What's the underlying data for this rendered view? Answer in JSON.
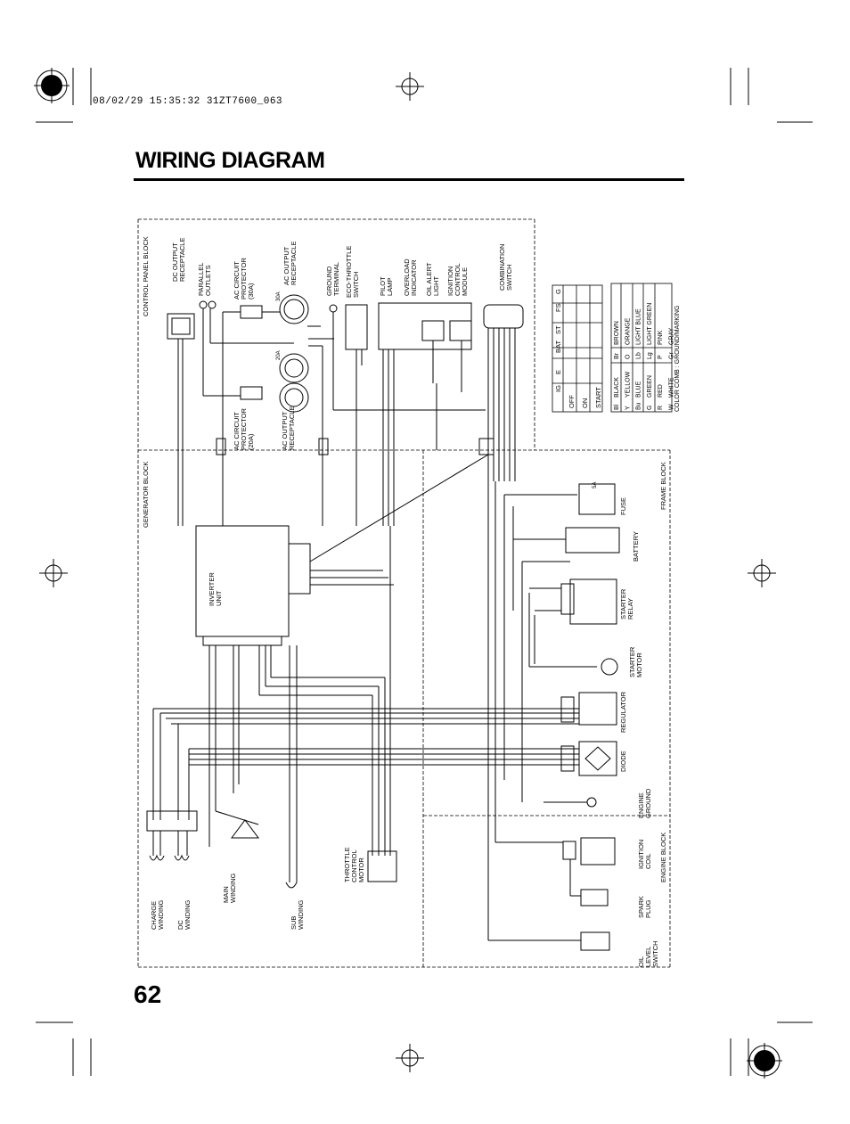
{
  "header": {
    "print_code": "08/02/29 15:35:32 31ZT7600_063"
  },
  "page": {
    "title": "WIRING DIAGRAM",
    "page_number": "62"
  },
  "diagram": {
    "blocks": {
      "control_panel": "CONTROL PANEL BLOCK",
      "generator": "GENERATOR BLOCK",
      "frame": "FRAME BLOCK",
      "engine": "ENGINE BLOCK"
    },
    "components": {
      "dc_output": [
        "DC OUTPUT",
        "RECEPTACLE"
      ],
      "parallel": [
        "PARALLEL",
        "OUTLETS"
      ],
      "ac_cp30": [
        "AC CIRCUIT",
        "PROTECTOR",
        "(30A)"
      ],
      "ac_out30": [
        "AC OUTPUT",
        "RECEPTACLE"
      ],
      "ground_terminal": [
        "GROUND",
        "TERMINAL"
      ],
      "eco_switch": [
        "ECO-THROTTLE",
        "SWITCH"
      ],
      "pilot_lamp": [
        "PILOT",
        "LAMP"
      ],
      "overload": [
        "OVERLOAD",
        "INDICATOR"
      ],
      "oil_alert": [
        "OIL ALERT",
        "LIGHT"
      ],
      "ignition_module": [
        "IGNITION",
        "CONTROL",
        "MODULE"
      ],
      "combination_switch": [
        "COMBINATION",
        "SWITCH"
      ],
      "ac_cp20": [
        "AC CIRCUIT",
        "PROTECTOR",
        "(20A)"
      ],
      "ac_out20": [
        "AC OUTPUT",
        "RECEPTACLE"
      ],
      "inverter": [
        "INVERTER",
        "UNIT"
      ],
      "fuse": [
        "FUSE"
      ],
      "battery": [
        "BATTERY"
      ],
      "starter_relay": [
        "STARTER",
        "RELAY"
      ],
      "starter_motor": [
        "STARTER",
        "MOTOR"
      ],
      "regulator": [
        "REGULATOR"
      ],
      "diode": [
        "DIODE"
      ],
      "engine_ground": [
        "ENGINE",
        "GROUND"
      ],
      "ignition_coil": [
        "IGNITION",
        "COIL"
      ],
      "spark_plug": [
        "SPARK",
        "PLUG"
      ],
      "oil_level_switch": [
        "OIL",
        "LEVEL",
        "SWITCH"
      ],
      "throttle_motor": [
        "THROTTLE",
        "CONTROL",
        "MOTOR"
      ],
      "charge_winding": [
        "CHARGE",
        "WINDING"
      ],
      "dc_winding": [
        "DC",
        "WINDING"
      ],
      "main_winding": [
        "MAIN",
        "WINDING"
      ],
      "sub_winding": [
        "SUB",
        "WINDING"
      ]
    },
    "switch_table": {
      "columns": [
        "",
        "IG",
        "E",
        "BAT",
        "ST",
        "FS",
        "G"
      ],
      "rows": [
        "OFF",
        "ON",
        "START"
      ]
    },
    "color_legend": {
      "left": [
        [
          "Bl",
          "BLACK"
        ],
        [
          "Y",
          "YELLOW"
        ],
        [
          "Bu",
          "BLUE"
        ],
        [
          "G",
          "GREEN"
        ],
        [
          "R",
          "RED"
        ],
        [
          "W",
          "WHITE"
        ]
      ],
      "right": [
        [
          "Br",
          "BROWN"
        ],
        [
          "O",
          "ORANGE"
        ],
        [
          "Lb",
          "LIGHT BLUE"
        ],
        [
          "Lg",
          "LIGHT GREEN"
        ],
        [
          "P",
          "PINK"
        ],
        [
          "Gr",
          "GRAY"
        ]
      ],
      "note": "COLOR COMB : GROUND/MARKING"
    },
    "ratings": {
      "fuse": "5A",
      "r30": "30A",
      "r20": "20A"
    },
    "colors": {
      "ink": "#000000",
      "paper": "#ffffff"
    }
  }
}
